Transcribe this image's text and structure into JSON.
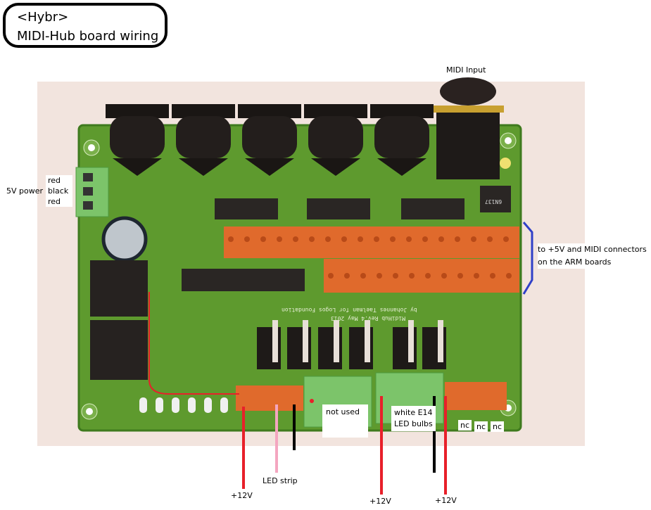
{
  "title": {
    "line1": "<Hybr>",
    "line2": "MIDI-Hub board wiring"
  },
  "annotations": {
    "midi_input": "MIDI Input",
    "power_label": "5V power",
    "power_wires": [
      "red",
      "black",
      "red"
    ],
    "arm_boards_line1": "to +5V and MIDI connectors",
    "arm_boards_line2": "on the ARM boards",
    "not_used": "not used",
    "bulbs_line1": "white E14",
    "bulbs_line2": "LED bulbs",
    "nc": [
      "nc",
      "nc",
      "nc"
    ],
    "led_strip": "LED strip",
    "plus12v": [
      "+12V",
      "+12V",
      "+12V"
    ]
  },
  "board": {
    "silkscreen": "by Johannes Taelman for Logos Foundation",
    "revision": "MidiHub Rev.4 May 2013",
    "ic_label": "6N137"
  },
  "colors": {
    "pcb": "#5e9a2e",
    "connector_orange": "#e06a2c",
    "terminal_green": "#7cc46a",
    "wire_red": "#e8202a",
    "wire_black": "#000000",
    "wire_pink": "#f4a6c0",
    "bracket_blue": "#3040c8"
  }
}
